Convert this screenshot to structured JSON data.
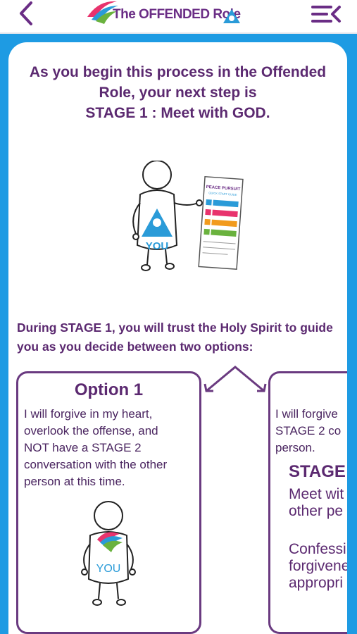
{
  "header": {
    "title": "The OFFENDED Role",
    "back_icon": "chevron-left-icon",
    "menu_icon": "menu-collapse-icon",
    "accent_color": "#6a2d85"
  },
  "intro": {
    "lines": [
      "As you begin this process in the Offended",
      "Role, your next step is",
      "STAGE 1 : Meet with GOD."
    ]
  },
  "illustration": {
    "figure_label": "YOU",
    "guide_title": "PEACE PURSUIT",
    "guide_subtitle": "QUICK START GUIDE"
  },
  "during_text": "During STAGE 1, you will trust the Holy Spirit to guide you as you decide between two options:",
  "option1": {
    "title": "Option 1",
    "lines": [
      "I will forgive in my heart,",
      "overlook the offense, and",
      "NOT have a STAGE 2",
      "conversation with the other",
      "person at this time."
    ],
    "figure_label": "YOU"
  },
  "option2": {
    "lines": [
      "I will forgive",
      "STAGE 2 co",
      "person."
    ],
    "stage_heading": "STAGE",
    "stage_lines1": [
      "Meet wit",
      "other pe"
    ],
    "stage_lines2": [
      "Confessi",
      "forgivene",
      "appropri"
    ]
  }
}
